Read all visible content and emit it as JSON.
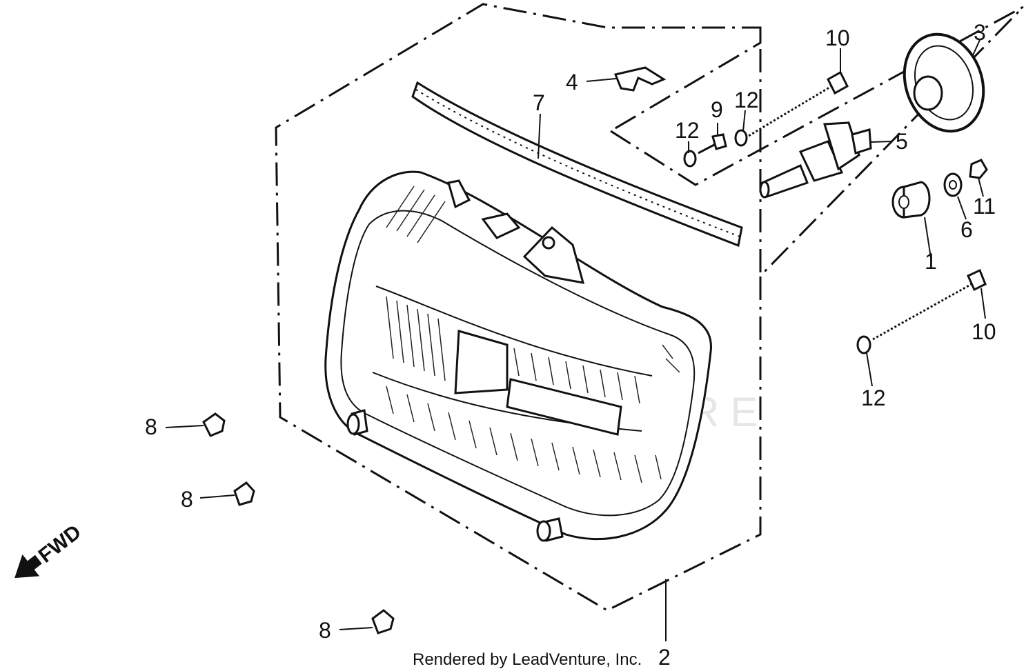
{
  "diagram": {
    "callouts": [
      {
        "key": "c1",
        "text": "1"
      },
      {
        "key": "c2",
        "text": "2"
      },
      {
        "key": "c3",
        "text": "3"
      },
      {
        "key": "c4",
        "text": "4"
      },
      {
        "key": "c5",
        "text": "5"
      },
      {
        "key": "c6",
        "text": "6"
      },
      {
        "key": "c7",
        "text": "7"
      },
      {
        "key": "c8a",
        "text": "8"
      },
      {
        "key": "c8b",
        "text": "8"
      },
      {
        "key": "c8c",
        "text": "8"
      },
      {
        "key": "c9",
        "text": "9"
      },
      {
        "key": "c10a",
        "text": "10"
      },
      {
        "key": "c10b",
        "text": "10"
      },
      {
        "key": "c11",
        "text": "11"
      },
      {
        "key": "c12a",
        "text": "12"
      },
      {
        "key": "c12b",
        "text": "12"
      },
      {
        "key": "c12c",
        "text": "12"
      }
    ],
    "fwd_label": "FWD",
    "watermark_text": "LEADVENTURE",
    "credit": "Rendered by LeadVenture, Inc."
  }
}
